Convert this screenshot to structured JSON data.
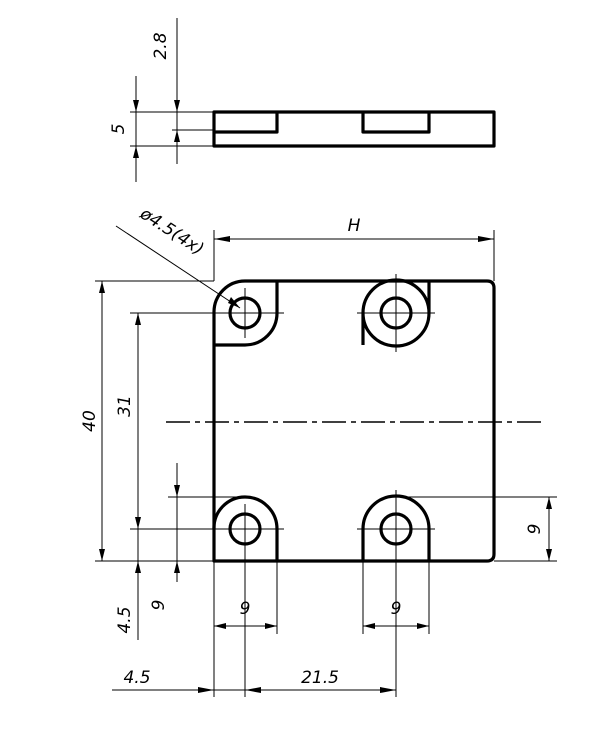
{
  "dimensions": {
    "side_offset": "2.8",
    "side_thickness": "5",
    "hole_callout": "ø4.5(4x)",
    "width": "H",
    "height_total": "40",
    "hole_spacing_vertical": "31",
    "hole_offset_bottom": "9",
    "hole_center_bottom": "4.5",
    "slot_height": "9",
    "slot_width_left": "9",
    "slot_width_right": "9",
    "hole_center_left": "4.5",
    "hole_spacing_horizontal": "21.5"
  },
  "colors": {
    "line": "#000000",
    "background": "#ffffff"
  }
}
